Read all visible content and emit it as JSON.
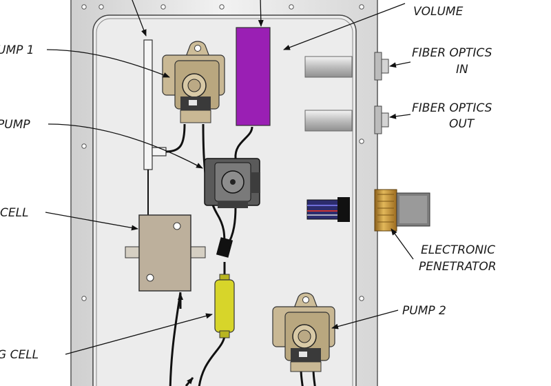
{
  "labels": {
    "pump1": "UMP 1",
    "pump_mid": "PUMP",
    "cell_left": "CELL",
    "cell_bottom": "G CELL",
    "volume_line1": "",
    "volume_line2": "VOLUME",
    "fiber_in_line1": "FIBER OPTICS",
    "fiber_in_line2": "IN",
    "fiber_out_line1": "FIBER OPTICS",
    "fiber_out_line2": "OUT",
    "penetrator_line1": "ELECTRONIC",
    "penetrator_line2": "PENETRATOR",
    "pump2": "PUMP 2"
  },
  "colors": {
    "panel": "#d9d9d9",
    "panel_inner": "#e9e9e9",
    "pump_body": "#c9b894",
    "manifold": "#bdb09c",
    "volume": "#9a1fb4",
    "filter": "#d7d52a",
    "brass": "#c49a3a",
    "fiber_rod": "#c8c8c8"
  }
}
